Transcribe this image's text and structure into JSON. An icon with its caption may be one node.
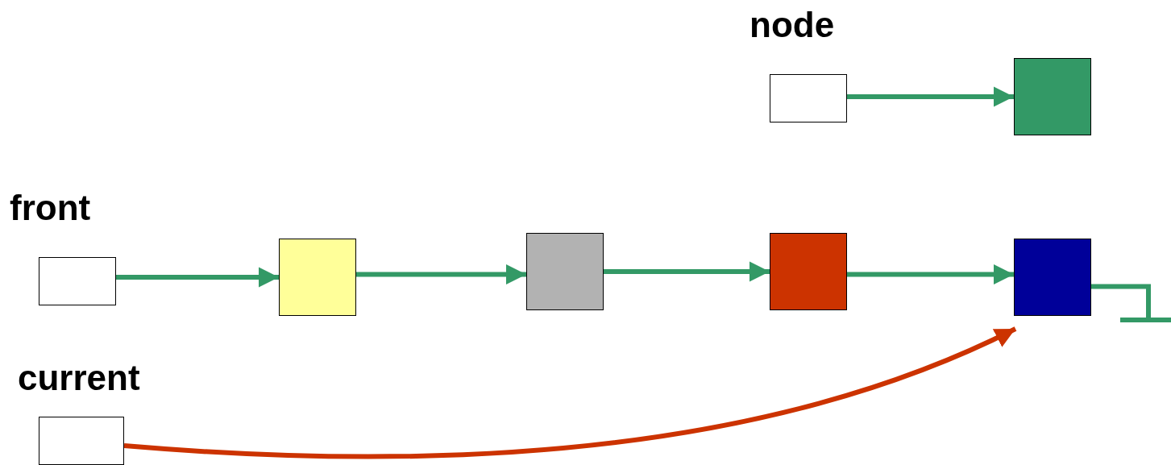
{
  "diagram": {
    "nodes": [
      {
        "text": [
          "node"
        ]
      },
      {
        "text": [],
        "shape": "box"
      },
      {
        "text": [
          "front"
        ]
      },
      {
        "text": [],
        "shape": "box"
      },
      {
        "text": [],
        "shape": "box"
      },
      {
        "text": [],
        "shape": "box"
      },
      {
        "text": [],
        "shape": "box"
      },
      {
        "text": [],
        "shape": "ground"
      },
      {
        "text": [
          "current"
        ]
      }
    ],
    "edges": [
      {
        "from": 0,
        "to": 1,
        "arrow": "to"
      },
      {
        "from": 2,
        "to": 3,
        "arrow": "to"
      },
      {
        "from": 3,
        "to": 4,
        "arrow": "to"
      },
      {
        "from": 4,
        "to": 5,
        "arrow": "to"
      },
      {
        "from": 5,
        "to": 6,
        "arrow": "to"
      },
      {
        "from": 6,
        "to": 7,
        "arrow": "none"
      },
      {
        "from": 8,
        "to": 6,
        "arrow": "to",
        "color": "#cc3300"
      }
    ]
  }
}
